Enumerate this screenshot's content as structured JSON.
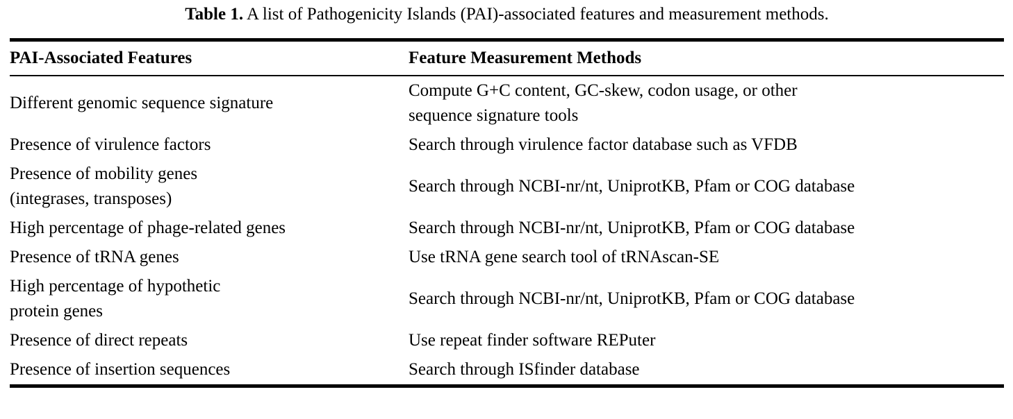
{
  "caption": {
    "lead": "Table 1.",
    "rest": " A list of Pathogenicity Islands (PAI)-associated features and measurement methods."
  },
  "table": {
    "headers": {
      "col1": "PAI-Associated Features",
      "col2": "Feature Measurement Methods"
    },
    "rows": [
      {
        "feature_line1": "Different genomic sequence signature",
        "feature_line2": "",
        "method_line1": "Compute G+C content, GC-skew, codon usage, or other",
        "method_line2": "sequence signature tools"
      },
      {
        "feature_line1": "Presence of virulence factors",
        "feature_line2": "",
        "method_line1": "Search through virulence factor database such as VFDB",
        "method_line2": ""
      },
      {
        "feature_line1": "Presence of mobility genes",
        "feature_line2": "(integrases, transposes)",
        "method_line1": "Search through NCBI-nr/nt, UniprotKB, Pfam or COG database",
        "method_line2": ""
      },
      {
        "feature_line1": "High percentage of phage-related genes",
        "feature_line2": "",
        "method_line1": "Search through NCBI-nr/nt, UniprotKB, Pfam or COG database",
        "method_line2": ""
      },
      {
        "feature_line1": "Presence of tRNA genes",
        "feature_line2": "",
        "method_line1": "Use tRNA gene search tool of tRNAscan-SE",
        "method_line2": ""
      },
      {
        "feature_line1": "High percentage of hypothetic",
        "feature_line2": "protein genes",
        "method_line1": "Search through NCBI-nr/nt, UniprotKB, Pfam or COG database",
        "method_line2": ""
      },
      {
        "feature_line1": "Presence of direct repeats",
        "feature_line2": "",
        "method_line1": "Use repeat finder software REPuter",
        "method_line2": ""
      },
      {
        "feature_line1": "Presence of insertion sequences",
        "feature_line2": "",
        "method_line1": "Search through ISfinder database",
        "method_line2": ""
      }
    ]
  },
  "colors": {
    "text": "#000000",
    "background": "#ffffff",
    "rule": "#000000"
  }
}
